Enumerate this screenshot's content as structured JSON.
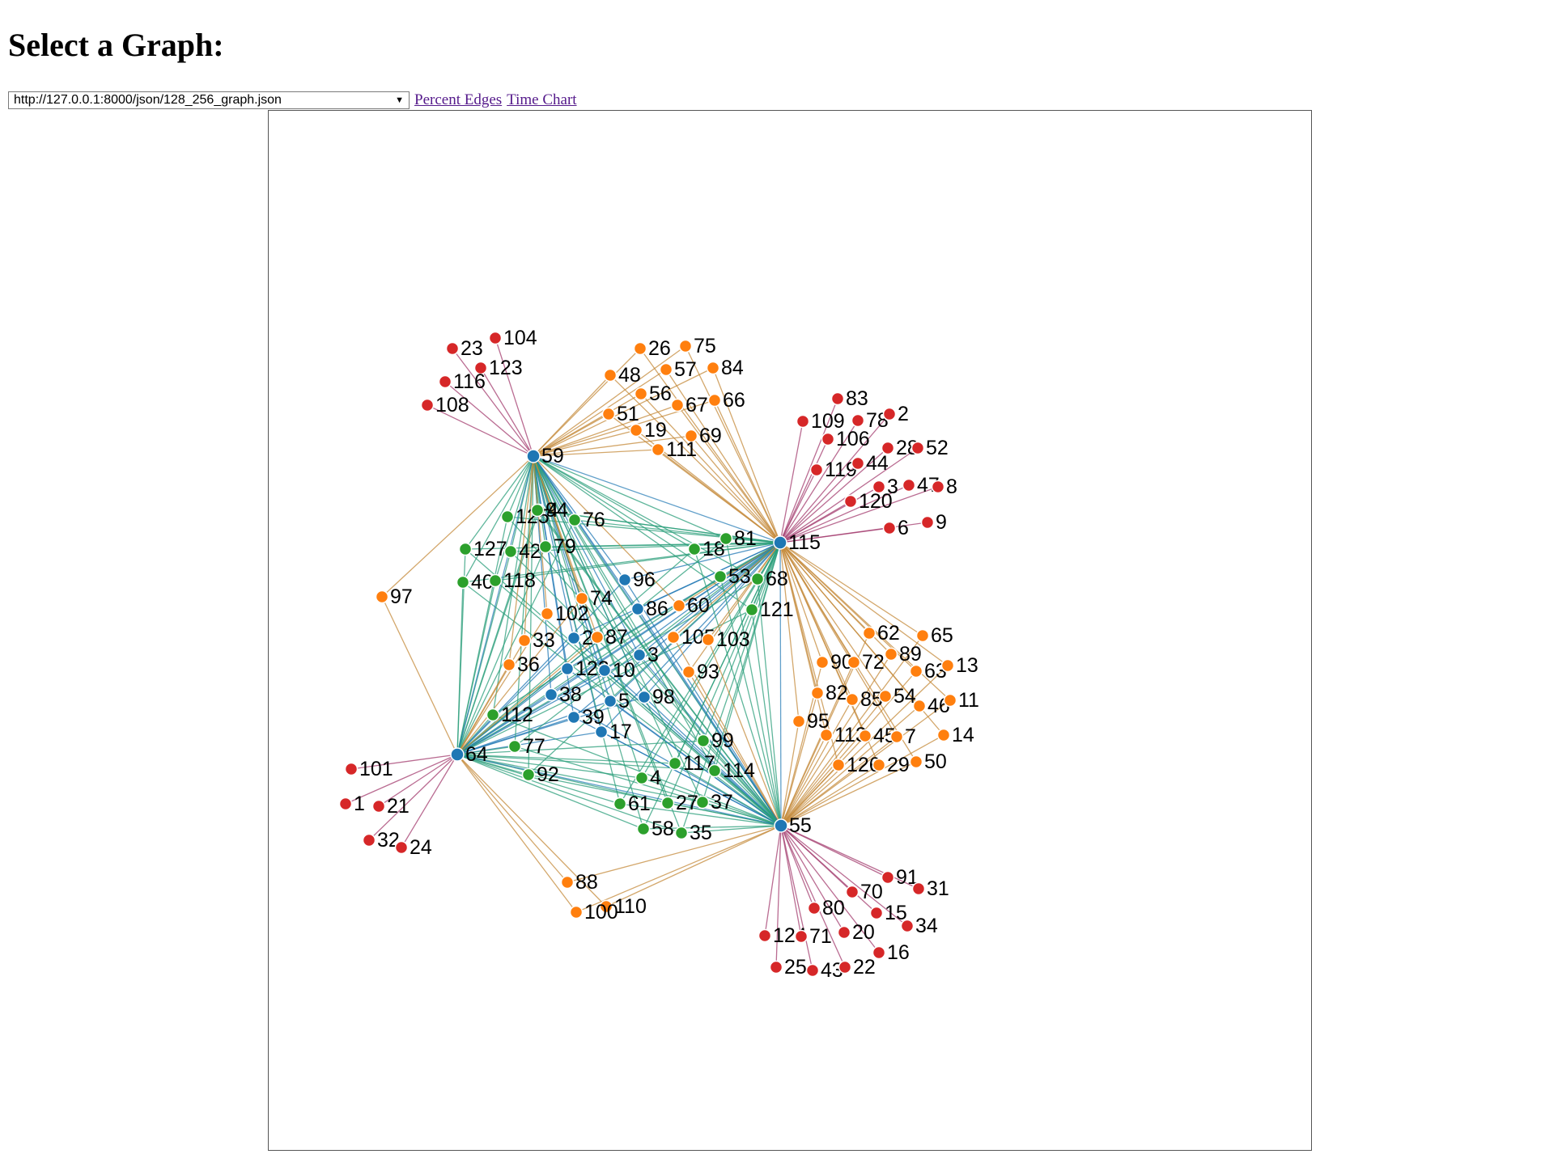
{
  "header": {
    "title": "Select a Graph:"
  },
  "controls": {
    "graph_select": {
      "selected": "http://127.0.0.1:8000/json/128_256_graph.json"
    },
    "links": [
      {
        "label": "Percent Edges"
      },
      {
        "label": "Time Chart"
      }
    ]
  },
  "colors": {
    "blue": "#1f77b4",
    "green": "#2ca02c",
    "orange": "#ff7f0e",
    "red": "#d62728"
  },
  "graph": {
    "nodes": [
      {
        "id": "59",
        "color": "blue"
      },
      {
        "id": "115",
        "color": "blue"
      },
      {
        "id": "64",
        "color": "blue"
      },
      {
        "id": "55",
        "color": "blue"
      },
      {
        "id": "96",
        "color": "blue"
      },
      {
        "id": "86",
        "color": "blue"
      },
      {
        "id": "3",
        "color": "blue"
      },
      {
        "id": "122",
        "color": "blue"
      },
      {
        "id": "10",
        "color": "blue"
      },
      {
        "id": "38",
        "color": "blue"
      },
      {
        "id": "5",
        "color": "blue"
      },
      {
        "id": "98",
        "color": "blue"
      },
      {
        "id": "39",
        "color": "blue"
      },
      {
        "id": "17",
        "color": "blue"
      },
      {
        "id": "2",
        "color": "blue"
      },
      {
        "id": "4",
        "color": "green"
      },
      {
        "id": "125",
        "color": "green"
      },
      {
        "id": "94",
        "color": "green"
      },
      {
        "id": "76",
        "color": "green"
      },
      {
        "id": "127",
        "color": "green"
      },
      {
        "id": "42",
        "color": "green"
      },
      {
        "id": "79",
        "color": "green"
      },
      {
        "id": "40",
        "color": "green"
      },
      {
        "id": "118",
        "color": "green"
      },
      {
        "id": "18",
        "color": "green"
      },
      {
        "id": "81",
        "color": "green"
      },
      {
        "id": "53",
        "color": "green"
      },
      {
        "id": "68",
        "color": "green"
      },
      {
        "id": "121",
        "color": "green"
      },
      {
        "id": "112",
        "color": "green"
      },
      {
        "id": "77",
        "color": "green"
      },
      {
        "id": "92",
        "color": "green"
      },
      {
        "id": "99",
        "color": "green"
      },
      {
        "id": "117",
        "color": "green"
      },
      {
        "id": "114",
        "color": "green"
      },
      {
        "id": "4",
        "color": "green"
      },
      {
        "id": "61",
        "color": "green"
      },
      {
        "id": "27",
        "color": "green"
      },
      {
        "id": "37",
        "color": "green"
      },
      {
        "id": "58",
        "color": "green"
      },
      {
        "id": "35",
        "color": "green"
      },
      {
        "id": "26",
        "color": "orange"
      },
      {
        "id": "75",
        "color": "orange"
      },
      {
        "id": "48",
        "color": "orange"
      },
      {
        "id": "57",
        "color": "orange"
      },
      {
        "id": "84",
        "color": "orange"
      },
      {
        "id": "56",
        "color": "orange"
      },
      {
        "id": "51",
        "color": "orange"
      },
      {
        "id": "67",
        "color": "orange"
      },
      {
        "id": "66",
        "color": "orange"
      },
      {
        "id": "19",
        "color": "orange"
      },
      {
        "id": "69",
        "color": "orange"
      },
      {
        "id": "111",
        "color": "orange"
      },
      {
        "id": "97",
        "color": "orange"
      },
      {
        "id": "74",
        "color": "orange"
      },
      {
        "id": "102",
        "color": "orange"
      },
      {
        "id": "60",
        "color": "orange"
      },
      {
        "id": "33",
        "color": "orange"
      },
      {
        "id": "87",
        "color": "orange"
      },
      {
        "id": "105",
        "color": "orange"
      },
      {
        "id": "103",
        "color": "orange"
      },
      {
        "id": "36",
        "color": "orange"
      },
      {
        "id": "93",
        "color": "orange"
      },
      {
        "id": "62",
        "color": "orange"
      },
      {
        "id": "65",
        "color": "orange"
      },
      {
        "id": "90",
        "color": "orange"
      },
      {
        "id": "72",
        "color": "orange"
      },
      {
        "id": "89",
        "color": "orange"
      },
      {
        "id": "63",
        "color": "orange"
      },
      {
        "id": "13",
        "color": "orange"
      },
      {
        "id": "82",
        "color": "orange"
      },
      {
        "id": "85",
        "color": "orange"
      },
      {
        "id": "54",
        "color": "orange"
      },
      {
        "id": "46",
        "color": "orange"
      },
      {
        "id": "11",
        "color": "orange"
      },
      {
        "id": "95",
        "color": "orange"
      },
      {
        "id": "113",
        "color": "orange"
      },
      {
        "id": "45",
        "color": "orange"
      },
      {
        "id": "7",
        "color": "orange"
      },
      {
        "id": "14",
        "color": "orange"
      },
      {
        "id": "126",
        "color": "orange"
      },
      {
        "id": "29",
        "color": "orange"
      },
      {
        "id": "50",
        "color": "orange"
      },
      {
        "id": "88",
        "color": "orange"
      },
      {
        "id": "110",
        "color": "orange"
      },
      {
        "id": "100",
        "color": "orange"
      },
      {
        "id": "23",
        "color": "red"
      },
      {
        "id": "104",
        "color": "red"
      },
      {
        "id": "123",
        "color": "red"
      },
      {
        "id": "116",
        "color": "red"
      },
      {
        "id": "108",
        "color": "red"
      },
      {
        "id": "83",
        "color": "red"
      },
      {
        "id": "109",
        "color": "red"
      },
      {
        "id": "78",
        "color": "red"
      },
      {
        "id": "2",
        "color": "red"
      },
      {
        "id": "106",
        "color": "red"
      },
      {
        "id": "28",
        "color": "red"
      },
      {
        "id": "52",
        "color": "red"
      },
      {
        "id": "119",
        "color": "red"
      },
      {
        "id": "44",
        "color": "red"
      },
      {
        "id": "3",
        "color": "red"
      },
      {
        "id": "47",
        "color": "red"
      },
      {
        "id": "8",
        "color": "red"
      },
      {
        "id": "120",
        "color": "red"
      },
      {
        "id": "6",
        "color": "red"
      },
      {
        "id": "9",
        "color": "red"
      },
      {
        "id": "101",
        "color": "red"
      },
      {
        "id": "1",
        "color": "red"
      },
      {
        "id": "21",
        "color": "red"
      },
      {
        "id": "32",
        "color": "red"
      },
      {
        "id": "24",
        "color": "red"
      },
      {
        "id": "91",
        "color": "red"
      },
      {
        "id": "31",
        "color": "red"
      },
      {
        "id": "70",
        "color": "red"
      },
      {
        "id": "80",
        "color": "red"
      },
      {
        "id": "15",
        "color": "red"
      },
      {
        "id": "34",
        "color": "red"
      },
      {
        "id": "124",
        "color": "red"
      },
      {
        "id": "71",
        "color": "red"
      },
      {
        "id": "20",
        "color": "red"
      },
      {
        "id": "16",
        "color": "red"
      },
      {
        "id": "25",
        "color": "red"
      },
      {
        "id": "43",
        "color": "red"
      },
      {
        "id": "22",
        "color": "red"
      }
    ]
  }
}
